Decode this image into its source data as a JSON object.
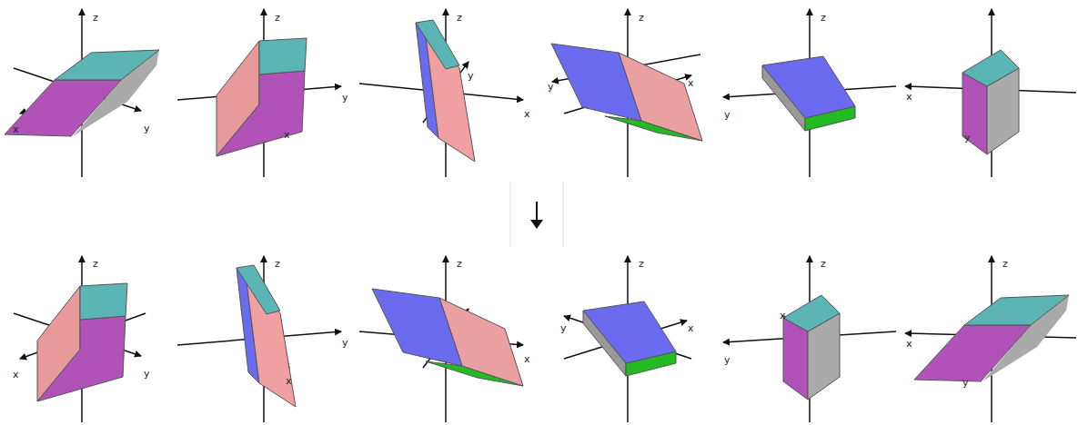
{
  "diagram": {
    "labels": [
      "z",
      "x",
      "y",
      "z",
      "y",
      "x",
      "z",
      "y",
      "x",
      "z",
      "y",
      "x",
      "z",
      "y",
      "x",
      "y",
      "z",
      "x",
      "y",
      "z",
      "y",
      "x",
      "z",
      "x",
      "z",
      "y",
      "x",
      "z",
      "x",
      "y",
      "z",
      "x",
      "y"
    ]
  }
}
